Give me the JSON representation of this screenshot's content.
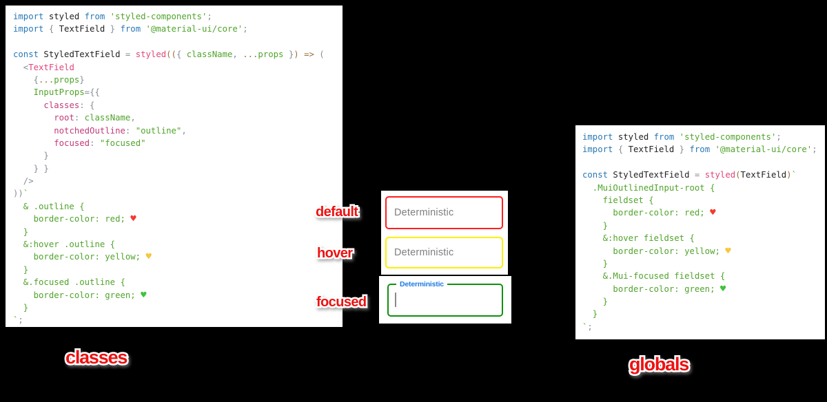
{
  "background": "#000000",
  "labels": {
    "state_default": "default",
    "state_hover": "hover",
    "state_focused": "focused",
    "left_panel": "classes",
    "right_panel": "globals"
  },
  "textfields": {
    "default": {
      "placeholder": "Deterministic",
      "border_color": "#ff1e1e",
      "state": "default"
    },
    "hover": {
      "placeholder": "Deterministic",
      "border_color": "#fdf000",
      "state": "hover"
    },
    "focused": {
      "label": "Deterministic",
      "border_color": "#0e900e",
      "state": "focused",
      "label_color": "#1d7ce2"
    }
  },
  "colors": {
    "label_red": "#ee1111",
    "label_outline": "#ffffff",
    "syntax_keyword": "#2878b5",
    "syntax_string": "#50a42b",
    "syntax_function": "#e0457b",
    "syntax_property": "#c23a78",
    "syntax_operator": "#9a6e3a",
    "syntax_punctuation": "#868e96",
    "heart_red": "#f23b2f",
    "heart_yellow": "#f7c63e",
    "heart_green": "#3fc23c"
  },
  "code_left": {
    "lines": [
      [
        [
          "k",
          "import"
        ],
        [
          "p",
          " styled "
        ],
        [
          "k",
          "from"
        ],
        [
          "s",
          " 'styled-components'"
        ],
        [
          "g",
          ";"
        ]
      ],
      [
        [
          "k",
          "import"
        ],
        [
          "g",
          " { "
        ],
        [
          "p",
          "TextField"
        ],
        [
          "g",
          " } "
        ],
        [
          "k",
          "from"
        ],
        [
          "s",
          " '@material-ui/core'"
        ],
        [
          "g",
          ";"
        ]
      ],
      [],
      [
        [
          "k",
          "const"
        ],
        [
          "p",
          " StyledTextField "
        ],
        [
          "g",
          "="
        ],
        [
          "f",
          " styled"
        ],
        [
          "o",
          "(("
        ],
        [
          "g",
          "{ "
        ],
        [
          "s",
          "className"
        ],
        [
          "g",
          ", "
        ],
        [
          "o",
          "..."
        ],
        [
          "s",
          "props"
        ],
        [
          "g",
          " }"
        ],
        [
          "o",
          ")"
        ],
        [
          "g",
          " "
        ],
        [
          "o",
          "=>"
        ],
        [
          "g",
          " ("
        ]
      ],
      [
        [
          "g",
          "  <"
        ],
        [
          "f",
          "TextField"
        ]
      ],
      [
        [
          "g",
          "    {"
        ],
        [
          "o",
          "..."
        ],
        [
          "s",
          "props"
        ],
        [
          "g",
          "}"
        ]
      ],
      [
        [
          "g",
          "    "
        ],
        [
          "s",
          "InputProps"
        ],
        [
          "g",
          "={{"
        ]
      ],
      [
        [
          "g",
          "      "
        ],
        [
          "pr",
          "classes"
        ],
        [
          "g",
          ": {"
        ]
      ],
      [
        [
          "g",
          "        "
        ],
        [
          "pr",
          "root"
        ],
        [
          "g",
          ": "
        ],
        [
          "s",
          "className"
        ],
        [
          "g",
          ","
        ]
      ],
      [
        [
          "g",
          "        "
        ],
        [
          "pr",
          "notchedOutline"
        ],
        [
          "g",
          ": "
        ],
        [
          "s",
          "\"outline\""
        ],
        [
          "g",
          ","
        ]
      ],
      [
        [
          "g",
          "        "
        ],
        [
          "pr",
          "focused"
        ],
        [
          "g",
          ": "
        ],
        [
          "s",
          "\"focused\""
        ]
      ],
      [
        [
          "g",
          "      }"
        ]
      ],
      [
        [
          "g",
          "    } }"
        ]
      ],
      [
        [
          "g",
          "  />"
        ]
      ],
      [
        [
          "g",
          "))"
        ],
        [
          "s",
          "`"
        ]
      ],
      [
        [
          "s",
          "  & .outline {"
        ]
      ],
      [
        [
          "s",
          "    border-color: red; "
        ],
        [
          "hr",
          "♥"
        ]
      ],
      [
        [
          "s",
          "  }"
        ]
      ],
      [
        [
          "s",
          "  &:hover .outline {"
        ]
      ],
      [
        [
          "s",
          "    border-color: yellow; "
        ],
        [
          "hy",
          "♥"
        ]
      ],
      [
        [
          "s",
          "  }"
        ]
      ],
      [
        [
          "s",
          "  &.focused .outline {"
        ]
      ],
      [
        [
          "s",
          "    border-color: green; "
        ],
        [
          "hg",
          "♥"
        ]
      ],
      [
        [
          "s",
          "  }"
        ]
      ],
      [
        [
          "s",
          "`"
        ],
        [
          "g",
          ";"
        ]
      ]
    ]
  },
  "code_right": {
    "lines": [
      [
        [
          "k",
          "import"
        ],
        [
          "p",
          " styled "
        ],
        [
          "k",
          "from"
        ],
        [
          "s",
          " 'styled-components'"
        ],
        [
          "g",
          ";"
        ]
      ],
      [
        [
          "k",
          "import"
        ],
        [
          "g",
          " { "
        ],
        [
          "p",
          "TextField"
        ],
        [
          "g",
          " } "
        ],
        [
          "k",
          "from"
        ],
        [
          "s",
          " '@material-ui/core'"
        ],
        [
          "g",
          ";"
        ]
      ],
      [],
      [
        [
          "k",
          "const"
        ],
        [
          "p",
          " StyledTextField "
        ],
        [
          "g",
          "="
        ],
        [
          "f",
          " styled"
        ],
        [
          "o",
          "("
        ],
        [
          "p",
          "TextField"
        ],
        [
          "o",
          ")"
        ],
        [
          "s",
          "`"
        ]
      ],
      [
        [
          "s",
          "  .MuiOutlinedInput-root {"
        ]
      ],
      [
        [
          "s",
          "    fieldset {"
        ]
      ],
      [
        [
          "s",
          "      border-color: red; "
        ],
        [
          "hr",
          "♥"
        ]
      ],
      [
        [
          "s",
          "    }"
        ]
      ],
      [
        [
          "s",
          "    &:hover fieldset {"
        ]
      ],
      [
        [
          "s",
          "      border-color: yellow; "
        ],
        [
          "hy",
          "♥"
        ]
      ],
      [
        [
          "s",
          "    }"
        ]
      ],
      [
        [
          "s",
          "    &.Mui-focused fieldset {"
        ]
      ],
      [
        [
          "s",
          "      border-color: green; "
        ],
        [
          "hg",
          "♥"
        ]
      ],
      [
        [
          "s",
          "    }"
        ]
      ],
      [
        [
          "s",
          "  }"
        ]
      ],
      [
        [
          "s",
          "`"
        ],
        [
          "g",
          ";"
        ]
      ]
    ]
  }
}
